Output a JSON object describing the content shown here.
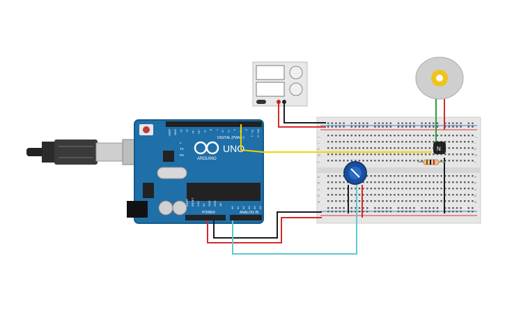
{
  "arduino": {
    "brand": "ARDUINO",
    "model": "UNO",
    "digital_header_label": "DIGITAL (PWM~)",
    "power_header_label": "POWER",
    "analog_header_label": "ANALOG IN",
    "led_labels": [
      "L",
      "TX",
      "RX"
    ],
    "digital_pin_labels": [
      "AREF",
      "GND",
      "13",
      "12",
      "~11",
      "~10",
      "~9",
      "8",
      "7",
      "~6",
      "~5",
      "4",
      "~3",
      "2",
      "TX→1",
      "RX←0"
    ],
    "power_pin_labels": [
      "IOREF",
      "RESET",
      "3.3V",
      "5V",
      "GND",
      "GND",
      "Vin"
    ],
    "analog_pin_labels": [
      "A0",
      "A1",
      "A2",
      "A3",
      "A4",
      "A5"
    ]
  },
  "breadboard": {
    "row_letters_top": [
      "j",
      "i",
      "h",
      "g",
      "f"
    ],
    "row_letters_bottom": [
      "e",
      "d",
      "c",
      "b",
      "a"
    ]
  },
  "transistor": {
    "label": "N"
  },
  "power_supply": {
    "display_top": "",
    "display_bottom": ""
  },
  "colors": {
    "board_blue": "#1f6fa8",
    "wire_red": "#d62828",
    "wire_black": "#1a1a1a",
    "wire_yellow": "#f2d500",
    "wire_cyan": "#5ec8d0",
    "wire_green": "#2a9d3a",
    "pot_blue": "#1b4f9c"
  }
}
